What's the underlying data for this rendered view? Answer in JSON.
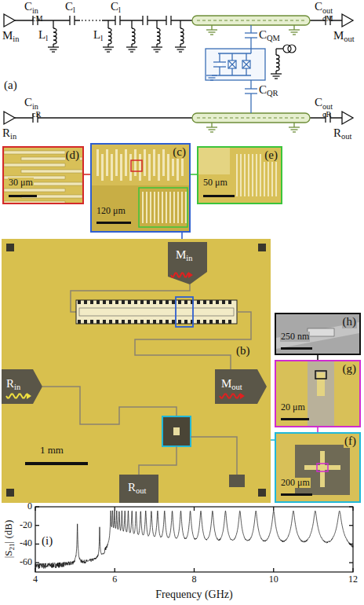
{
  "diagram": {
    "nodes": [
      {
        "text": [
          "(d)",
          "30 μm"
        ]
      },
      {
        "text": [
          "(c)",
          "120 μm"
        ]
      },
      {
        "text": [
          "(e)",
          "50 μm"
        ]
      },
      {
        "text": [
          "(b)",
          "Min",
          "Mout",
          "Rin",
          "Rout",
          "1 mm"
        ]
      },
      {
        "text": [
          "(h)",
          "250 nm"
        ]
      },
      {
        "text": [
          "(g)",
          "20 μm"
        ]
      },
      {
        "text": [
          "(f)",
          "200 μm"
        ]
      }
    ],
    "edges": [
      {
        "from": 1,
        "to": 0,
        "arrow": "none"
      },
      {
        "from": 1,
        "to": 2,
        "arrow": "none"
      },
      {
        "from": 3,
        "to": 1,
        "arrow": "none"
      },
      {
        "from": 3,
        "to": 6,
        "arrow": "none"
      },
      {
        "from": 6,
        "to": 5,
        "arrow": "none"
      },
      {
        "from": 5,
        "to": 4,
        "arrow": "none"
      }
    ],
    "labels": [
      "(a)",
      "Min",
      "CcMin",
      "Cl",
      "Cl",
      "Ll",
      "Ll",
      "CcMout",
      "Mout",
      "CQM",
      "CQR",
      "Rin",
      "CcRin",
      "CcRout",
      "Rout",
      "(i)",
      "|S21| (dB)",
      "Frequency (GHz)",
      "0",
      "-20",
      "-40",
      "-60",
      "4",
      "6",
      "8",
      "10",
      "12"
    ]
  }
}
